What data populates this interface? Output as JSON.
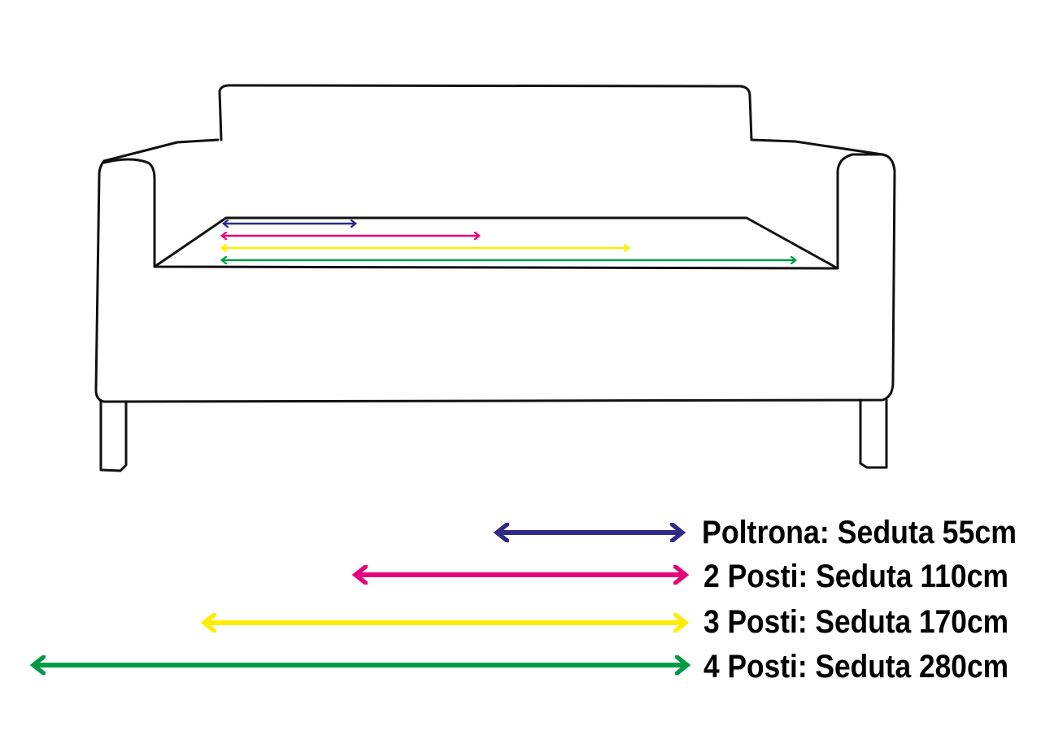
{
  "colors": {
    "poltrona": "#2e2a86",
    "due_posti": "#e5007d",
    "tre_posti": "#ffec00",
    "quattro_posti": "#009a44"
  },
  "legend": [
    {
      "label": "Poltrona: Seduta 55cm",
      "seat_cm": 55
    },
    {
      "label": "2 Posti: Seduta 110cm",
      "seat_cm": 110
    },
    {
      "label": "3 Posti: Seduta 170cm",
      "seat_cm": 170
    },
    {
      "label": "4 Posti: Seduta 280cm",
      "seat_cm": 280
    }
  ]
}
